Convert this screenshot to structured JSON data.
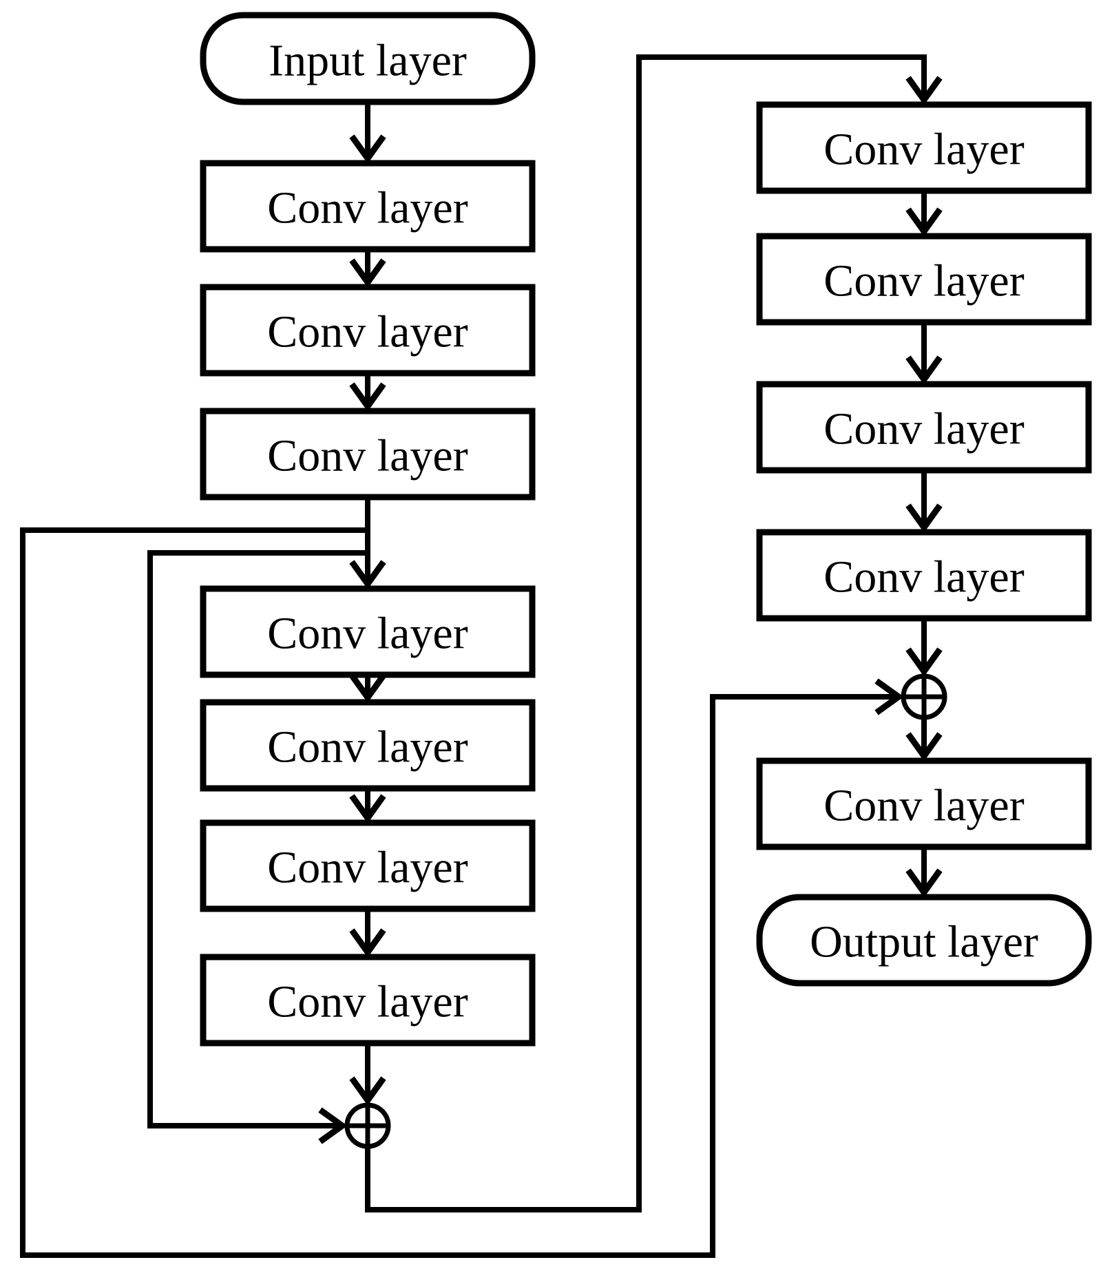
{
  "page": {
    "background_color": "#ffffff",
    "stroke_color": "#000000"
  },
  "diagram": {
    "nodes": {
      "input": "Input layer",
      "left_convs": [
        "Conv layer",
        "Conv layer",
        "Conv layer",
        "Conv layer",
        "Conv layer",
        "Conv layer",
        "Conv layer"
      ],
      "right_convs": [
        "Conv layer",
        "Conv layer",
        "Conv layer",
        "Conv layer",
        "Conv layer"
      ],
      "output": "Output layer",
      "add_junctions": [
        {
          "id": "add-1",
          "symbol": "⊕"
        },
        {
          "id": "add-2",
          "symbol": "⊕"
        }
      ]
    },
    "edges": [
      {
        "from": "input",
        "to": "conv-l1",
        "kind": "arrow"
      },
      {
        "from": "conv-l1",
        "to": "conv-l2",
        "kind": "arrow"
      },
      {
        "from": "conv-l2",
        "to": "conv-l3",
        "kind": "arrow"
      },
      {
        "from": "conv-l3",
        "to": "conv-l4",
        "kind": "arrow"
      },
      {
        "from": "conv-l4",
        "to": "conv-l5",
        "kind": "arrow"
      },
      {
        "from": "conv-l5",
        "to": "conv-l6",
        "kind": "arrow"
      },
      {
        "from": "conv-l6",
        "to": "conv-l7",
        "kind": "arrow"
      },
      {
        "from": "conv-l7",
        "to": "add-1",
        "kind": "arrow"
      },
      {
        "from": "conv-l3",
        "to": "add-1",
        "kind": "skip"
      },
      {
        "from": "conv-l3",
        "to": "add-2",
        "kind": "skip"
      },
      {
        "from": "add-1",
        "to": "conv-r1",
        "kind": "arrow"
      },
      {
        "from": "conv-r1",
        "to": "conv-r2",
        "kind": "arrow"
      },
      {
        "from": "conv-r2",
        "to": "conv-r3",
        "kind": "arrow"
      },
      {
        "from": "conv-r3",
        "to": "conv-r4",
        "kind": "arrow"
      },
      {
        "from": "conv-r4",
        "to": "add-2",
        "kind": "arrow"
      },
      {
        "from": "add-2",
        "to": "conv-r5",
        "kind": "arrow"
      },
      {
        "from": "conv-r5",
        "to": "output",
        "kind": "arrow"
      }
    ]
  }
}
